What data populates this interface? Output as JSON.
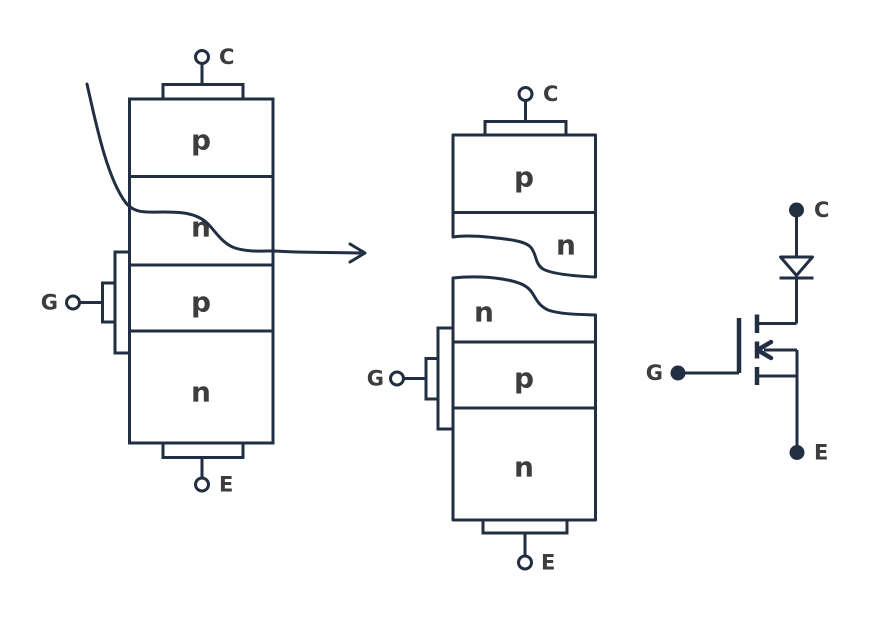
{
  "colors": {
    "ink": "#222f43",
    "label": "#3d3d3d",
    "background": "#ffffff"
  },
  "left_structure": {
    "collector_label": "C",
    "gate_label": "G",
    "emitter_label": "E",
    "layers": [
      "p",
      "n",
      "p",
      "n"
    ]
  },
  "middle_structure": {
    "collector_label": "C",
    "gate_label": "G",
    "emitter_label": "E",
    "top_layers": [
      "p",
      "n"
    ],
    "bottom_layers": [
      "n",
      "p",
      "n"
    ]
  },
  "symbol": {
    "collector_label": "C",
    "gate_label": "G",
    "emitter_label": "E"
  }
}
